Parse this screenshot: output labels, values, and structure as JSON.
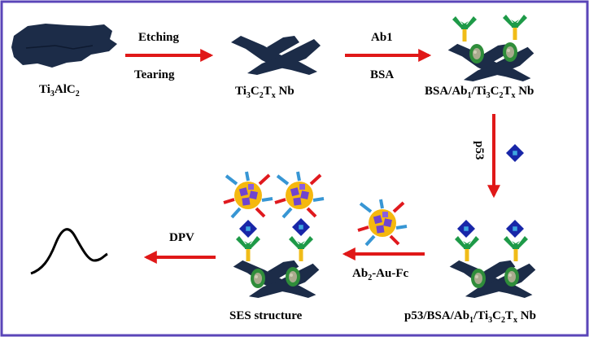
{
  "labels": {
    "precursor": {
      "base": "Ti",
      "s1": "3",
      "mid": "AlC",
      "s2": "2"
    },
    "step1_top": "Etching",
    "step1_bottom": "Tearing",
    "nanobelt": {
      "a": "Ti",
      "s1": "3",
      "b": "C",
      "s2": "2",
      "c": "T",
      "s3": "x",
      "d": " Nb"
    },
    "step2_top": "Ab1",
    "step2_bottom": "BSA",
    "modified": {
      "a": "BSA/Ab",
      "s0": "1",
      "b": "/Ti",
      "s1": "3",
      "c": "C",
      "s2": "2",
      "d": "T",
      "s3": "x",
      "e": " Nb"
    },
    "step3": "p53",
    "captured": {
      "a": "p53/BSA/Ab",
      "s0": "1",
      "b": "/Ti",
      "s1": "3",
      "c": "C",
      "s2": "2",
      "d": "T",
      "s3": "x",
      "e": " Nb"
    },
    "step4": {
      "a": "Ab",
      "s0": "2",
      "b": "-Au-Fc"
    },
    "sandwich": "SES structure",
    "step5": "DPV"
  },
  "colors": {
    "border": "#5a45b8",
    "arrow": "#e01818",
    "sheet": "#1c2c48",
    "antibody_arm": "#1e9a48",
    "antibody_stem": "#f0bc18",
    "bsa_outer": "#2f8d3a",
    "bsa_inner": "#a9aa8e",
    "p53_outer": "#1826a8",
    "p53_inner": "#3ea6df",
    "gold": "#f5b80e",
    "label_red": "#e0191e",
    "label_blue": "#3796d4",
    "label_purple": "#7044cf"
  },
  "icons": [
    "mxene-sheet-icon",
    "nanobelt-icon",
    "antibody-icon",
    "bsa-icon",
    "p53-icon",
    "au-fc-label-icon",
    "dpv-peak-icon"
  ]
}
